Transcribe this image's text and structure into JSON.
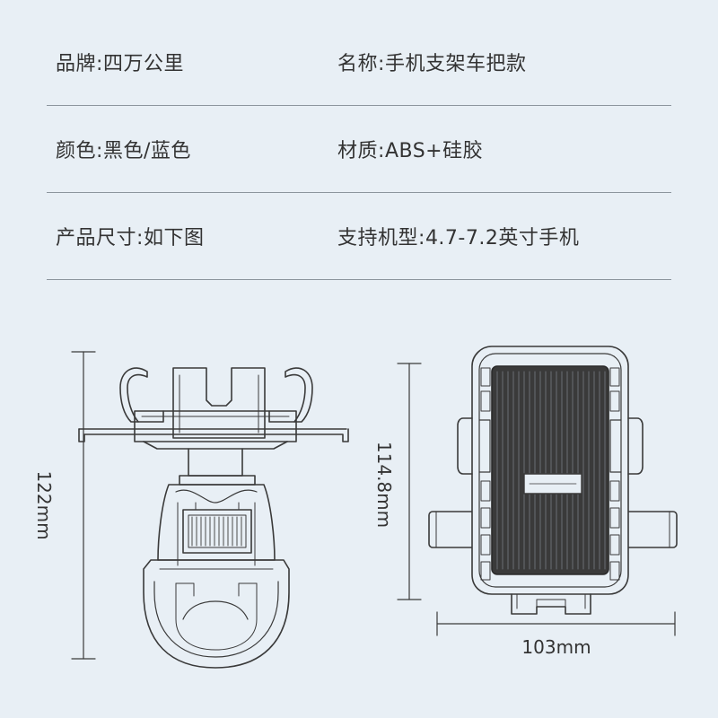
{
  "specs": [
    {
      "left": {
        "label": "品牌",
        "value": "四万公里"
      },
      "right": {
        "label": "名称",
        "value": "手机支架车把款"
      }
    },
    {
      "left": {
        "label": "颜色",
        "value": "黑色/蓝色"
      },
      "right": {
        "label": "材质",
        "value": "ABS+硅胶"
      }
    },
    {
      "left": {
        "label": "产品尺寸",
        "value": "如下图"
      },
      "right": {
        "label": "支持机型",
        "value": "4.7-7.2英寸手机"
      }
    }
  ],
  "separator": ":",
  "dimensions": {
    "side_height": "122mm",
    "front_height": "114.8mm",
    "front_width": "103mm"
  },
  "colors": {
    "background": "#e8eff5",
    "line": "#3a3a3a",
    "divider": "#8c959d"
  }
}
